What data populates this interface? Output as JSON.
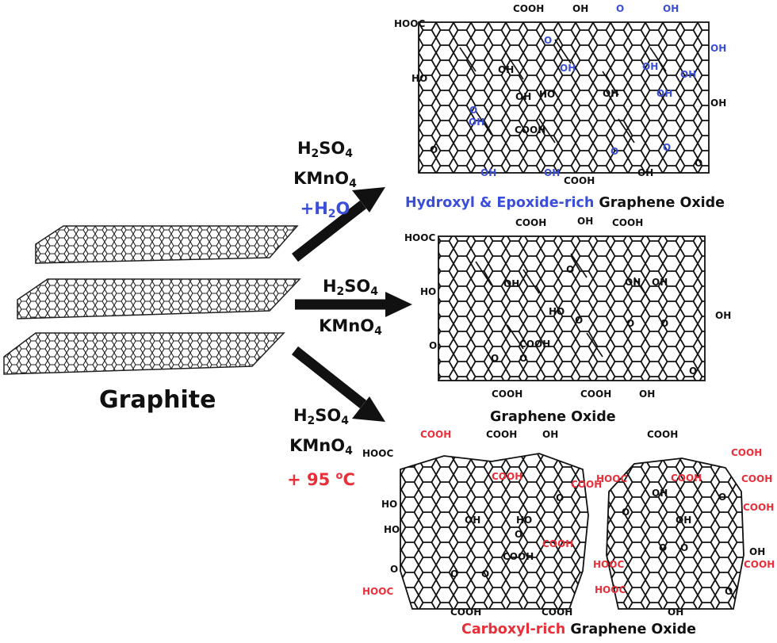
{
  "colors": {
    "hydroxyl_epoxide": "#3b4ed8",
    "carboxyl": "#e8303a",
    "ink": "#111111"
  },
  "graphite_label": "Graphite",
  "reactions": {
    "top": {
      "reagent_1": "H",
      "reagent_1_sub": "2",
      "reagent_1_mid": "SO",
      "reagent_1_sub2": "4",
      "reagent_2": "KMnO",
      "reagent_2_sub": "4",
      "extra_a": "+H",
      "extra_sub": "2",
      "extra_b": "O"
    },
    "middle": {
      "reagent_1": "H",
      "reagent_1_sub": "2",
      "reagent_1_mid": "SO",
      "reagent_1_sub2": "4",
      "reagent_2": "KMnO",
      "reagent_2_sub": "4"
    },
    "bottom": {
      "reagent_1": "H",
      "reagent_1_sub": "2",
      "reagent_1_mid": "SO",
      "reagent_1_sub2": "4",
      "reagent_2": "KMnO",
      "reagent_2_sub": "4",
      "extra_a": "+ 95 ",
      "extra_sup": "o",
      "extra_b": "C"
    }
  },
  "products": {
    "top": {
      "highlight": "Hydroxyl & Epoxide-rich",
      "rest": " Graphene Oxide"
    },
    "middle": {
      "name": "Graphene Oxide"
    },
    "bottom": {
      "highlight": "Carboxyl-rich",
      "rest": " Graphene Oxide"
    }
  },
  "groups": {
    "cooh": "COOH",
    "hooc": "HOOC",
    "oh": "OH",
    "ho": "HO",
    "o": "O"
  }
}
